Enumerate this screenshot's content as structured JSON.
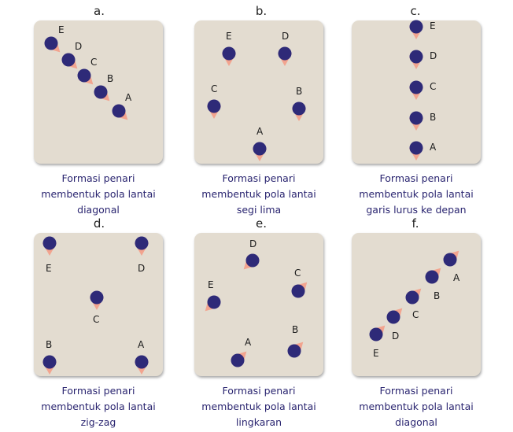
{
  "colors": {
    "board": "#e3dcd0",
    "dancer": "#2e2a78",
    "arrow": "#f2a48f",
    "caption": "#2a2570"
  },
  "panels": [
    {
      "letter": "a.",
      "caption": [
        "Formasi penari",
        "membentuk pola lantai",
        "diagonal"
      ],
      "dancers": [
        {
          "label": "E",
          "dir": "se"
        },
        {
          "label": "D",
          "dir": "se"
        },
        {
          "label": "C",
          "dir": "se"
        },
        {
          "label": "B",
          "dir": "se"
        },
        {
          "label": "A",
          "dir": "se"
        }
      ]
    },
    {
      "letter": "b.",
      "caption": [
        "Formasi penari",
        "membentuk pola lantai",
        "segi lima"
      ],
      "dancers": [
        {
          "label": "E",
          "dir": "s"
        },
        {
          "label": "D",
          "dir": "s"
        },
        {
          "label": "C",
          "dir": "s"
        },
        {
          "label": "B",
          "dir": "s"
        },
        {
          "label": "A",
          "dir": "s"
        }
      ]
    },
    {
      "letter": "c.",
      "caption": [
        "Formasi penari",
        "membentuk pola lantai",
        "garis lurus ke depan"
      ],
      "dancers": [
        {
          "label": "E",
          "dir": "s"
        },
        {
          "label": "D",
          "dir": "s"
        },
        {
          "label": "C",
          "dir": "s"
        },
        {
          "label": "B",
          "dir": "s"
        },
        {
          "label": "A",
          "dir": "s"
        }
      ]
    },
    {
      "letter": "d.",
      "caption": [
        "Formasi penari",
        "membentuk pola lantai",
        "zig-zag"
      ],
      "dancers": [
        {
          "label": "E",
          "dir": "s"
        },
        {
          "label": "D",
          "dir": "s"
        },
        {
          "label": "C",
          "dir": "s"
        },
        {
          "label": "B",
          "dir": "s"
        },
        {
          "label": "A",
          "dir": "s"
        }
      ]
    },
    {
      "letter": "e.",
      "caption": [
        "Formasi penari",
        "membentuk pola lantai",
        "lingkaran"
      ],
      "dancers": [
        {
          "label": "D",
          "dir": "sw"
        },
        {
          "label": "C",
          "dir": "ne"
        },
        {
          "label": "E",
          "dir": "sw"
        },
        {
          "label": "B",
          "dir": "ne"
        },
        {
          "label": "A",
          "dir": "ne"
        }
      ]
    },
    {
      "letter": "f.",
      "caption": [
        "Formasi penari",
        "membentuk pola lantai",
        "diagonal"
      ],
      "dancers": [
        {
          "label": "A",
          "dir": "ne"
        },
        {
          "label": "B",
          "dir": "ne"
        },
        {
          "label": "C",
          "dir": "ne"
        },
        {
          "label": "D",
          "dir": "ne"
        },
        {
          "label": "E",
          "dir": "ne"
        }
      ]
    }
  ]
}
